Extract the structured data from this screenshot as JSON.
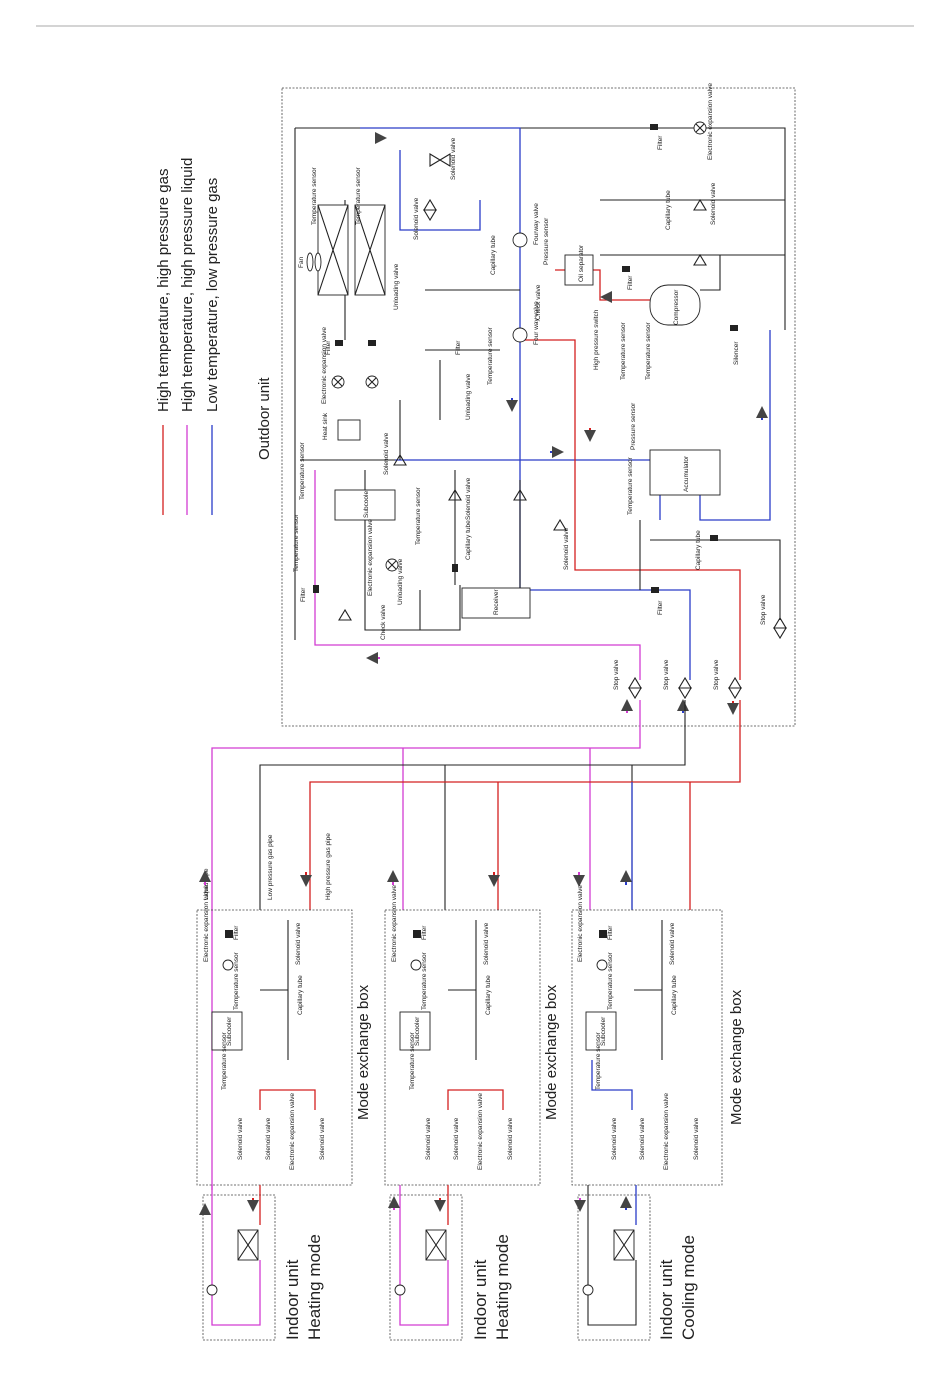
{
  "legend": {
    "items": [
      {
        "label": "High temperature, high pressure gas",
        "color": "#d42020"
      },
      {
        "label": "High temperature, high pressure liquid",
        "color": "#d23cd2"
      },
      {
        "label": "Low temperature, low pressure gas",
        "color": "#2a3cc8"
      }
    ]
  },
  "outdoor": {
    "title": "Outdoor unit",
    "labels": {
      "fan": "Fan",
      "temp_sensor": "Temperature sensor",
      "filter": "Filter",
      "eev": "Electronic expansion valve",
      "heat_sink": "Heat sink",
      "solenoid": "Solenoid valve",
      "unloading": "Unloading valve",
      "capillary": "Capillary tube",
      "four_way_a": "Fourway valve",
      "four_way_b": "Four way valve",
      "check": "Check valve",
      "pressure_sensor": "Pressure sensor",
      "oil_separator": "Oil separator",
      "hp_switch": "High pressure switch",
      "compressor": "Compressor",
      "silencer": "Silencer",
      "accumulator": "Accumulator",
      "subcooler": "Subcooler",
      "receiver": "Receiver",
      "stop": "Stop valve"
    }
  },
  "pipes": {
    "liquid": "Liquid pipe",
    "low_gas": "Low pressure gas pipe",
    "high_gas": "High pressure gas pipe"
  },
  "mode_box": {
    "title": "Mode exchange box",
    "eev": "Electronic expansion valve",
    "filter": "Filter",
    "temp_sensor": "Temperature sensor",
    "subcooler": "Subcooler",
    "capillary": "Capillary tube",
    "solenoid": "Solenoid valve"
  },
  "indoor_units": [
    {
      "title": "Indoor unit",
      "mode": "Heating mode"
    },
    {
      "title": "Indoor unit",
      "mode": "Heating mode"
    },
    {
      "title": "Indoor unit",
      "mode": "Cooling mode"
    }
  ]
}
